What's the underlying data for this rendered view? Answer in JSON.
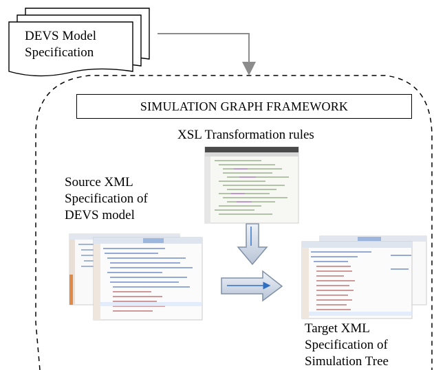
{
  "devs_box": {
    "text": "DEVS Model\nSpecification"
  },
  "framework": {
    "title": "SIMULATION GRAPH FRAMEWORK"
  },
  "xsl": {
    "label": "XSL Transformation rules"
  },
  "source": {
    "label": "Source XML\nSpecification of\nDEVS model"
  },
  "target": {
    "label": "Target XML\nSpecification of\nSimulation Tree"
  },
  "colors": {
    "connector": "#8c8c8c",
    "arrow_fill": "#c9d3e2",
    "arrow_stroke": "#7f8fa6",
    "arrow_line": "#2e6fc4",
    "dashed_border": "#000000"
  },
  "icons": {
    "xsl_thumbnail": "code-editor-screenshot-icon",
    "source_thumbnail": "code-editor-screenshot-icon",
    "target_thumbnail": "code-editor-screenshot-icon"
  }
}
